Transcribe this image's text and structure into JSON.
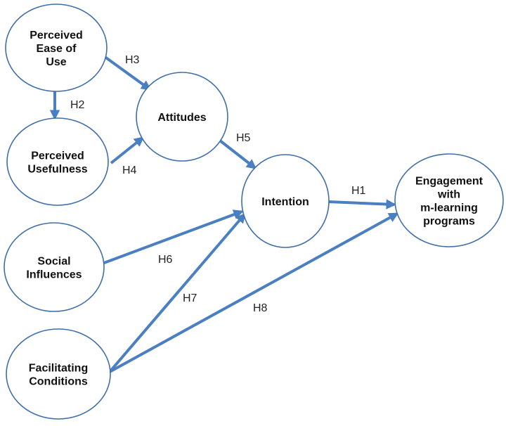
{
  "diagram": {
    "colors": {
      "node_border": "#3f6fa8",
      "arrow": "#4a7fc1",
      "text": "#111111"
    },
    "nodes": [
      {
        "id": "peou",
        "lines": [
          "Perceived",
          "Ease of",
          "Use"
        ]
      },
      {
        "id": "pu",
        "lines": [
          "Perceived",
          "Usefulness"
        ]
      },
      {
        "id": "attitudes",
        "lines": [
          "Attitudes"
        ]
      },
      {
        "id": "intention",
        "lines": [
          "Intention"
        ]
      },
      {
        "id": "engagement",
        "lines": [
          "Engagement",
          "with",
          "m-learning",
          "programs"
        ]
      },
      {
        "id": "social",
        "lines": [
          "Social",
          "Influences"
        ]
      },
      {
        "id": "facilitating",
        "lines": [
          "Facilitating",
          "Conditions"
        ]
      }
    ],
    "edges": [
      {
        "from": "peou",
        "to": "pu",
        "label": "H2"
      },
      {
        "from": "peou",
        "to": "attitudes",
        "label": "H3"
      },
      {
        "from": "pu",
        "to": "attitudes",
        "label": "H4"
      },
      {
        "from": "attitudes",
        "to": "intention",
        "label": "H5"
      },
      {
        "from": "intention",
        "to": "engagement",
        "label": "H1"
      },
      {
        "from": "social",
        "to": "intention",
        "label": "H6"
      },
      {
        "from": "facilitating",
        "to": "intention",
        "label": "H7"
      },
      {
        "from": "facilitating",
        "to": "engagement",
        "label": "H8"
      }
    ]
  }
}
